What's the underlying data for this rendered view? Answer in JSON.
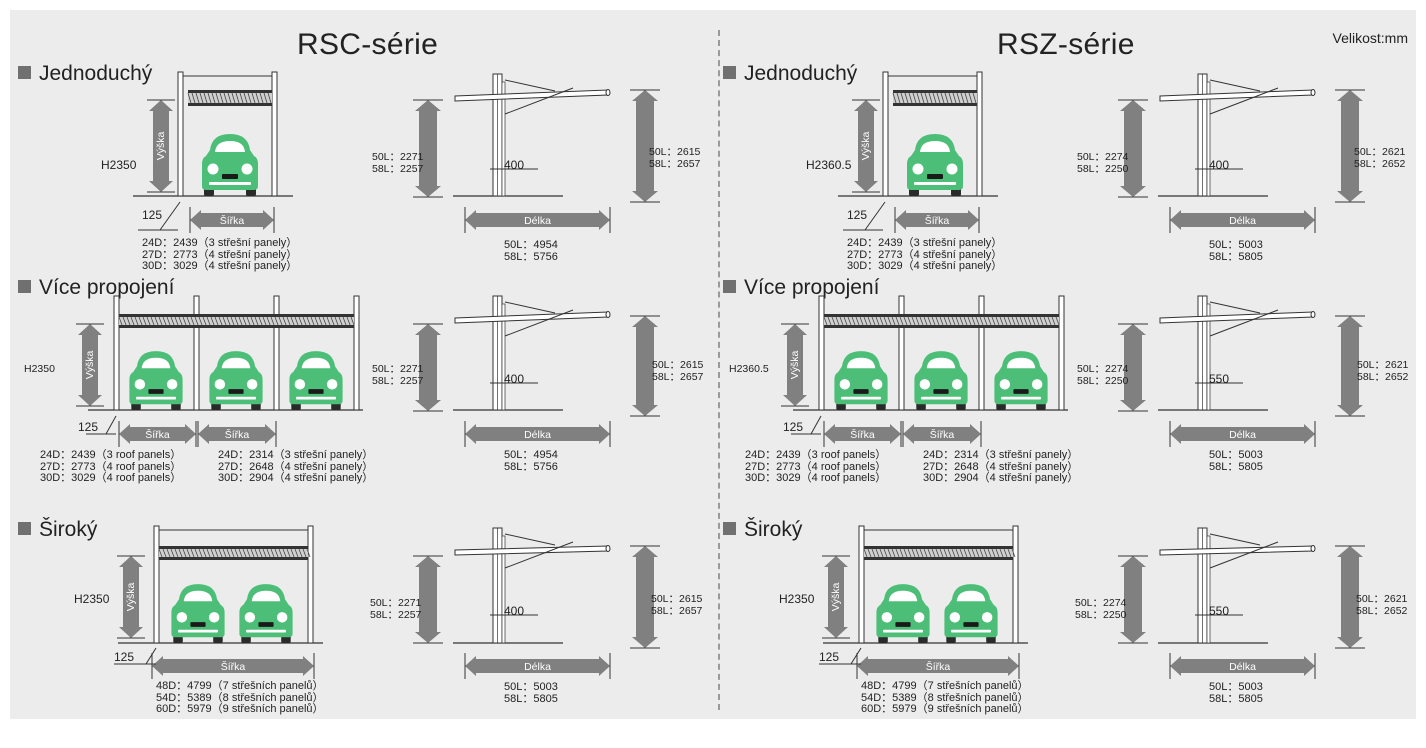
{
  "unit_label": "Velikost:mm",
  "colors": {
    "car": "#4dbe78",
    "arrow": "#808080",
    "background": "#ececec"
  },
  "series": [
    {
      "title": "RSC-série",
      "single": {
        "label": "Jednoduchý",
        "h": "H2350",
        "height_word": "Výška",
        "width_word": "Šířka",
        "post": "125",
        "widths": [
          "24D：2439（3 střešní panely）",
          "27D：2773（4 střešní panely）",
          "30D：3029（4 střešní panely）"
        ],
        "left_h": [
          "50L：2271",
          "58L：2257"
        ],
        "right_h": [
          "50L：2615",
          "58L：2657"
        ],
        "post_dim": "400",
        "length_word": "Délka",
        "lengths": [
          "50L：4954",
          "58L：5756"
        ]
      },
      "multi": {
        "label": "Více propojení",
        "h": "H2350",
        "height_word": "Výška",
        "width_word": "Šířka",
        "post": "125",
        "widths_a": [
          "24D：2439（3 roof panels）",
          "27D：2773（4 roof panels）",
          "30D：3029（4 roof panels）"
        ],
        "widths_b": [
          "24D：2314（3 střešní panely）",
          "27D：2648（4 střešní panely）",
          "30D：2904（4 střešní panely）"
        ],
        "left_h": [
          "50L：2271",
          "58L：2257"
        ],
        "right_h": [
          "50L：2615",
          "58L：2657"
        ],
        "post_dim": "400",
        "length_word": "Délka",
        "lengths": [
          "50L：4954",
          "58L：5756"
        ]
      },
      "wide": {
        "label": "Široký",
        "h": "H2350",
        "height_word": "Výška",
        "width_word": "Šířka",
        "post": "125",
        "widths": [
          "48D：4799（7 střešních panelů）",
          "54D：5389（8 střešních panelů）",
          "60D：5979（9 střešních panelů）"
        ],
        "left_h": [
          "50L：2271",
          "58L：2257"
        ],
        "right_h": [
          "50L：2615",
          "58L：2657"
        ],
        "post_dim": "400",
        "length_word": "Délka",
        "lengths": [
          "50L：5003",
          "58L：5805"
        ]
      }
    },
    {
      "title": "RSZ-série",
      "single": {
        "label": "Jednoduchý",
        "h": "H2360.5",
        "height_word": "Výška",
        "width_word": "Šířka",
        "post": "125",
        "widths": [
          "24D：2439（3 střešní panely）",
          "27D：2773（4 střešní panely）",
          "30D：3029（4 střešní panely）"
        ],
        "left_h": [
          "50L：2274",
          "58L：2250"
        ],
        "right_h": [
          "50L：2621",
          "58L：2652"
        ],
        "post_dim": "400",
        "length_word": "Délka",
        "lengths": [
          "50L：5003",
          "58L：5805"
        ]
      },
      "multi": {
        "label": "Více propojení",
        "h": "H2360.5",
        "height_word": "Výška",
        "width_word": "Šířka",
        "post": "125",
        "widths_a": [
          "24D：2439（3 roof panels）",
          "27D：2773（4 roof panels）",
          "30D：3029（4 roof panels）"
        ],
        "widths_b": [
          "24D：2314（3 střešní panely）",
          "27D：2648（4 střešní panely）",
          "30D：2904（4 střešní panely）"
        ],
        "left_h": [
          "50L：2274",
          "58L：2250"
        ],
        "right_h": [
          "50L：2621",
          "58L：2652"
        ],
        "post_dim": "550",
        "length_word": "Délka",
        "lengths": [
          "50L：5003",
          "58L：5805"
        ]
      },
      "wide": {
        "label": "Široký",
        "h": "H2350",
        "height_word": "Výška",
        "width_word": "Šířka",
        "post": "125",
        "widths": [
          "48D：4799（7 střešních panelů）",
          "54D：5389（8 střešních panelů）",
          "60D：5979（9 střešních panelů）"
        ],
        "left_h": [
          "50L：2274",
          "58L：2250"
        ],
        "right_h": [
          "50L：2621",
          "58L：2652"
        ],
        "post_dim": "550",
        "length_word": "Délka",
        "lengths": [
          "50L：5003",
          "58L：5805"
        ]
      }
    }
  ]
}
